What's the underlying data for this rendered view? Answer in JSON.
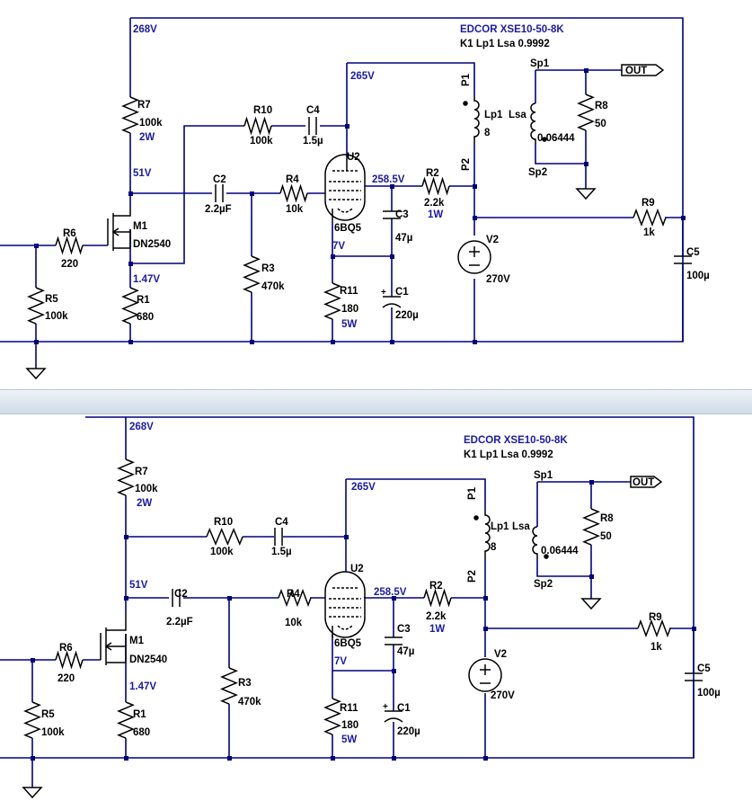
{
  "transformer": {
    "title": "EDCOR XSE10-50-8K",
    "spec": "K1 Lp1 Lsa 0.9992"
  },
  "top": {
    "nets": {
      "n268": "268V",
      "n265": "265V",
      "n51": "51V",
      "n147": "1.47V",
      "n2585": "258.5V",
      "n7": "7V"
    },
    "labels": {
      "r7": "R7",
      "r7v": "100k",
      "r7p": "2W",
      "r10": "R10",
      "r10v": "100k",
      "c4": "C4",
      "c4v": "1.5µ",
      "c2": "C2",
      "c2v": "2.2µF",
      "r4": "R4",
      "r4v": "10k",
      "u2": "U2",
      "u2v": "6BQ5",
      "r2": "R2",
      "r2v": "2.2k",
      "r2p": "1W",
      "m1": "M1",
      "m1v": "DN2540",
      "r6": "R6",
      "r6v": "220",
      "r5": "R5",
      "r5v": "100k",
      "r1": "R1",
      "r1v": "680",
      "r3": "R3",
      "r3v": "470k",
      "c3": "C3",
      "c3v": "47µ",
      "r11": "R11",
      "r11v": "180",
      "r11p": "5W",
      "c1": "C1",
      "c1v": "220µ",
      "v2": "V2",
      "v2v": "270V",
      "r9": "R9",
      "r9v": "1k",
      "c5": "C5",
      "c5v": "100µ",
      "p1": "P1",
      "p2": "P2",
      "lp1": "Lp1",
      "lp1v": "8",
      "lsa": "Lsa",
      "lsav": "0.06444",
      "sp1": "Sp1",
      "sp2": "Sp2",
      "r8": "R8",
      "r8v": "50",
      "out": "OUT"
    }
  },
  "bottom": {
    "nets": {
      "n268": "268V",
      "n265": "265V",
      "n51": "51V",
      "n147": "1.47V",
      "n2585": "258.5V",
      "n7": "7V"
    },
    "labels": {
      "r7": "R7",
      "r7v": "100k",
      "r7p": "2W",
      "r10": "R10",
      "r10v": "100k",
      "c4": "C4",
      "c4v": "1.5µ",
      "c2": "C2",
      "c2v": "2.2µF",
      "r4": "R4",
      "r4v": "10k",
      "u2": "U2",
      "u2v": "6BQ5",
      "r2": "R2",
      "r2v": "2.2k",
      "r2p": "1W",
      "m1": "M1",
      "m1v": "DN2540",
      "r6": "R6",
      "r6v": "220",
      "r5": "R5",
      "r5v": "100k",
      "r1": "R1",
      "r1v": "680",
      "r3": "R3",
      "r3v": "470k",
      "c3": "C3",
      "c3v": "47µ",
      "r11": "R11",
      "r11v": "180",
      "r11p": "5W",
      "c1": "C1",
      "c1v": "220µ",
      "v2": "V2",
      "v2v": "270V",
      "r9": "R9",
      "r9v": "1k",
      "c5": "C5",
      "c5v": "100µ",
      "p1": "P1",
      "p2": "P2",
      "lp1": "Lp1",
      "lp1v": "8",
      "lsa": "Lsa",
      "lsav": "0.06444",
      "sp1": "Sp1",
      "sp2": "Sp2",
      "r8": "R8",
      "r8v": "50",
      "out": "OUT"
    }
  }
}
